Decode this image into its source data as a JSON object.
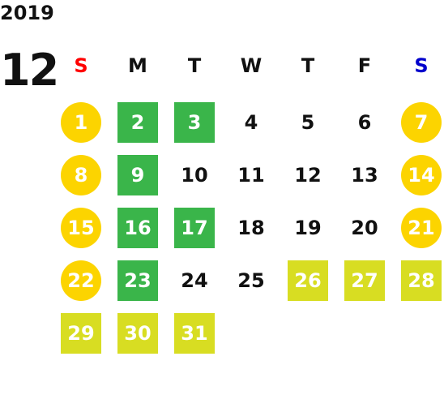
{
  "calendar": {
    "year": "2019",
    "month": "12",
    "weekdays": [
      "S",
      "M",
      "T",
      "W",
      "T",
      "F",
      "S"
    ],
    "colors": {
      "sunday_label": "#ff0000",
      "saturday_label": "#0000cc",
      "holiday_circle": "#fcd400",
      "green_day": "#3ab54a",
      "lime_day": "#d8dd22"
    },
    "weeks": [
      [
        {
          "day": "1",
          "style": "circle"
        },
        {
          "day": "2",
          "style": "green"
        },
        {
          "day": "3",
          "style": "green"
        },
        {
          "day": "4",
          "style": "plain"
        },
        {
          "day": "5",
          "style": "plain"
        },
        {
          "day": "6",
          "style": "plain"
        },
        {
          "day": "7",
          "style": "circle"
        }
      ],
      [
        {
          "day": "8",
          "style": "circle"
        },
        {
          "day": "9",
          "style": "green"
        },
        {
          "day": "10",
          "style": "plain"
        },
        {
          "day": "11",
          "style": "plain"
        },
        {
          "day": "12",
          "style": "plain"
        },
        {
          "day": "13",
          "style": "plain"
        },
        {
          "day": "14",
          "style": "circle"
        }
      ],
      [
        {
          "day": "15",
          "style": "circle"
        },
        {
          "day": "16",
          "style": "green"
        },
        {
          "day": "17",
          "style": "green"
        },
        {
          "day": "18",
          "style": "plain"
        },
        {
          "day": "19",
          "style": "plain"
        },
        {
          "day": "20",
          "style": "plain"
        },
        {
          "day": "21",
          "style": "circle"
        }
      ],
      [
        {
          "day": "22",
          "style": "circle"
        },
        {
          "day": "23",
          "style": "green"
        },
        {
          "day": "24",
          "style": "plain"
        },
        {
          "day": "25",
          "style": "plain"
        },
        {
          "day": "26",
          "style": "lime"
        },
        {
          "day": "27",
          "style": "lime"
        },
        {
          "day": "28",
          "style": "lime"
        }
      ],
      [
        {
          "day": "29",
          "style": "lime"
        },
        {
          "day": "30",
          "style": "lime"
        },
        {
          "day": "31",
          "style": "lime"
        }
      ]
    ]
  }
}
